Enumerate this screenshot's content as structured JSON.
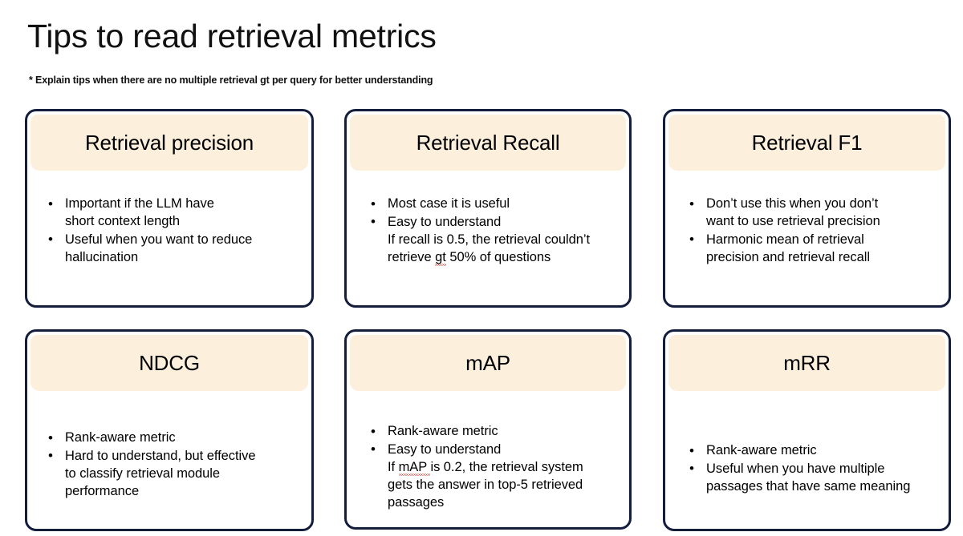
{
  "page": {
    "title": "Tips to read retrieval metrics",
    "subtitle": "* Explain tips when there are no multiple retrieval gt per query for better understanding"
  },
  "theme": {
    "border_color": "#141E3C",
    "header_background": "#FCEFDC",
    "page_background": "#FFFFFF",
    "text_color": "#000000",
    "spellcheck_underline_color": "#E8392E"
  },
  "cards": [
    {
      "id": "retrieval-precision",
      "title": "Retrieval precision",
      "bullets": [
        {
          "lines": [
            "Important if the LLM have",
            "short context length"
          ]
        },
        {
          "lines": [
            "Useful when you want to reduce",
            "hallucination"
          ]
        }
      ]
    },
    {
      "id": "retrieval-recall",
      "title": "Retrieval Recall",
      "bullets": [
        {
          "lines": [
            "Most case it is useful"
          ]
        },
        {
          "lines": [
            "Easy to understand",
            "If recall is 0.5, the retrieval couldn’t"
          ],
          "trailing": {
            "before": "retrieve ",
            "misspelled": "gt",
            "after": " 50% of questions"
          }
        }
      ]
    },
    {
      "id": "retrieval-f1",
      "title": "Retrieval F1",
      "bullets": [
        {
          "lines": [
            "Don’t use this when you don’t",
            "want to use retrieval precision"
          ]
        },
        {
          "lines": [
            "Harmonic mean of retrieval",
            "precision and retrieval recall"
          ]
        }
      ]
    },
    {
      "id": "ndcg",
      "title": "NDCG",
      "bullets": [
        {
          "lines": [
            "Rank-aware metric"
          ]
        },
        {
          "lines": [
            "Hard to understand, but effective",
            "to classify retrieval module",
            "performance"
          ]
        }
      ]
    },
    {
      "id": "map",
      "title": "mAP",
      "bullets": [
        {
          "lines": [
            "Rank-aware metric"
          ]
        },
        {
          "lines": [
            "Easy to understand"
          ],
          "leading": {
            "before": "If ",
            "misspelled": "mAP ",
            "after": "is 0.2, the retrieval system"
          },
          "after_lines": [
            "gets the answer in top-5 retrieved",
            "passages"
          ]
        }
      ]
    },
    {
      "id": "mrr",
      "title": "mRR",
      "bullets": [
        {
          "lines": [
            "Rank-aware metric"
          ]
        },
        {
          "lines": [
            "Useful when you have multiple",
            "passages that have same meaning"
          ]
        }
      ]
    }
  ]
}
